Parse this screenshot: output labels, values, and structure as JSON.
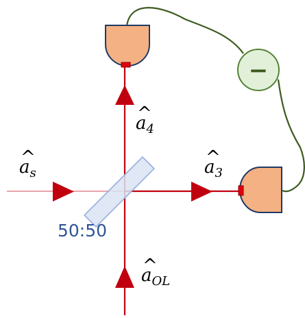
{
  "colors": {
    "beam": "#c0000f",
    "beam_faded": "#e8a3aa",
    "detector_fill": "#f4b183",
    "detector_stroke": "#1f3864",
    "detector_window": "#e0000f",
    "wire": "#3d5a1e",
    "subtractor_fill": "#e2f0d9",
    "subtractor_stroke": "#548235",
    "beamsplitter_fill": "#dae3f3",
    "beamsplitter_stroke": "#8faadc",
    "beamsplitter_text": "#2f5597"
  },
  "labels": {
    "mode_s": {
      "base": "a",
      "sub": "s"
    },
    "mode_3": {
      "base": "a",
      "sub": "3"
    },
    "mode_4": {
      "base": "a",
      "sub": "4"
    },
    "mode_ol": {
      "base": "a",
      "sub": "OL"
    },
    "beamsplitter_ratio": "50:50",
    "subtractor_symbol": "−"
  },
  "icons": {
    "detector": "photodetector-icon",
    "subtractor": "minus-icon",
    "arrow": "arrow-head-icon"
  }
}
